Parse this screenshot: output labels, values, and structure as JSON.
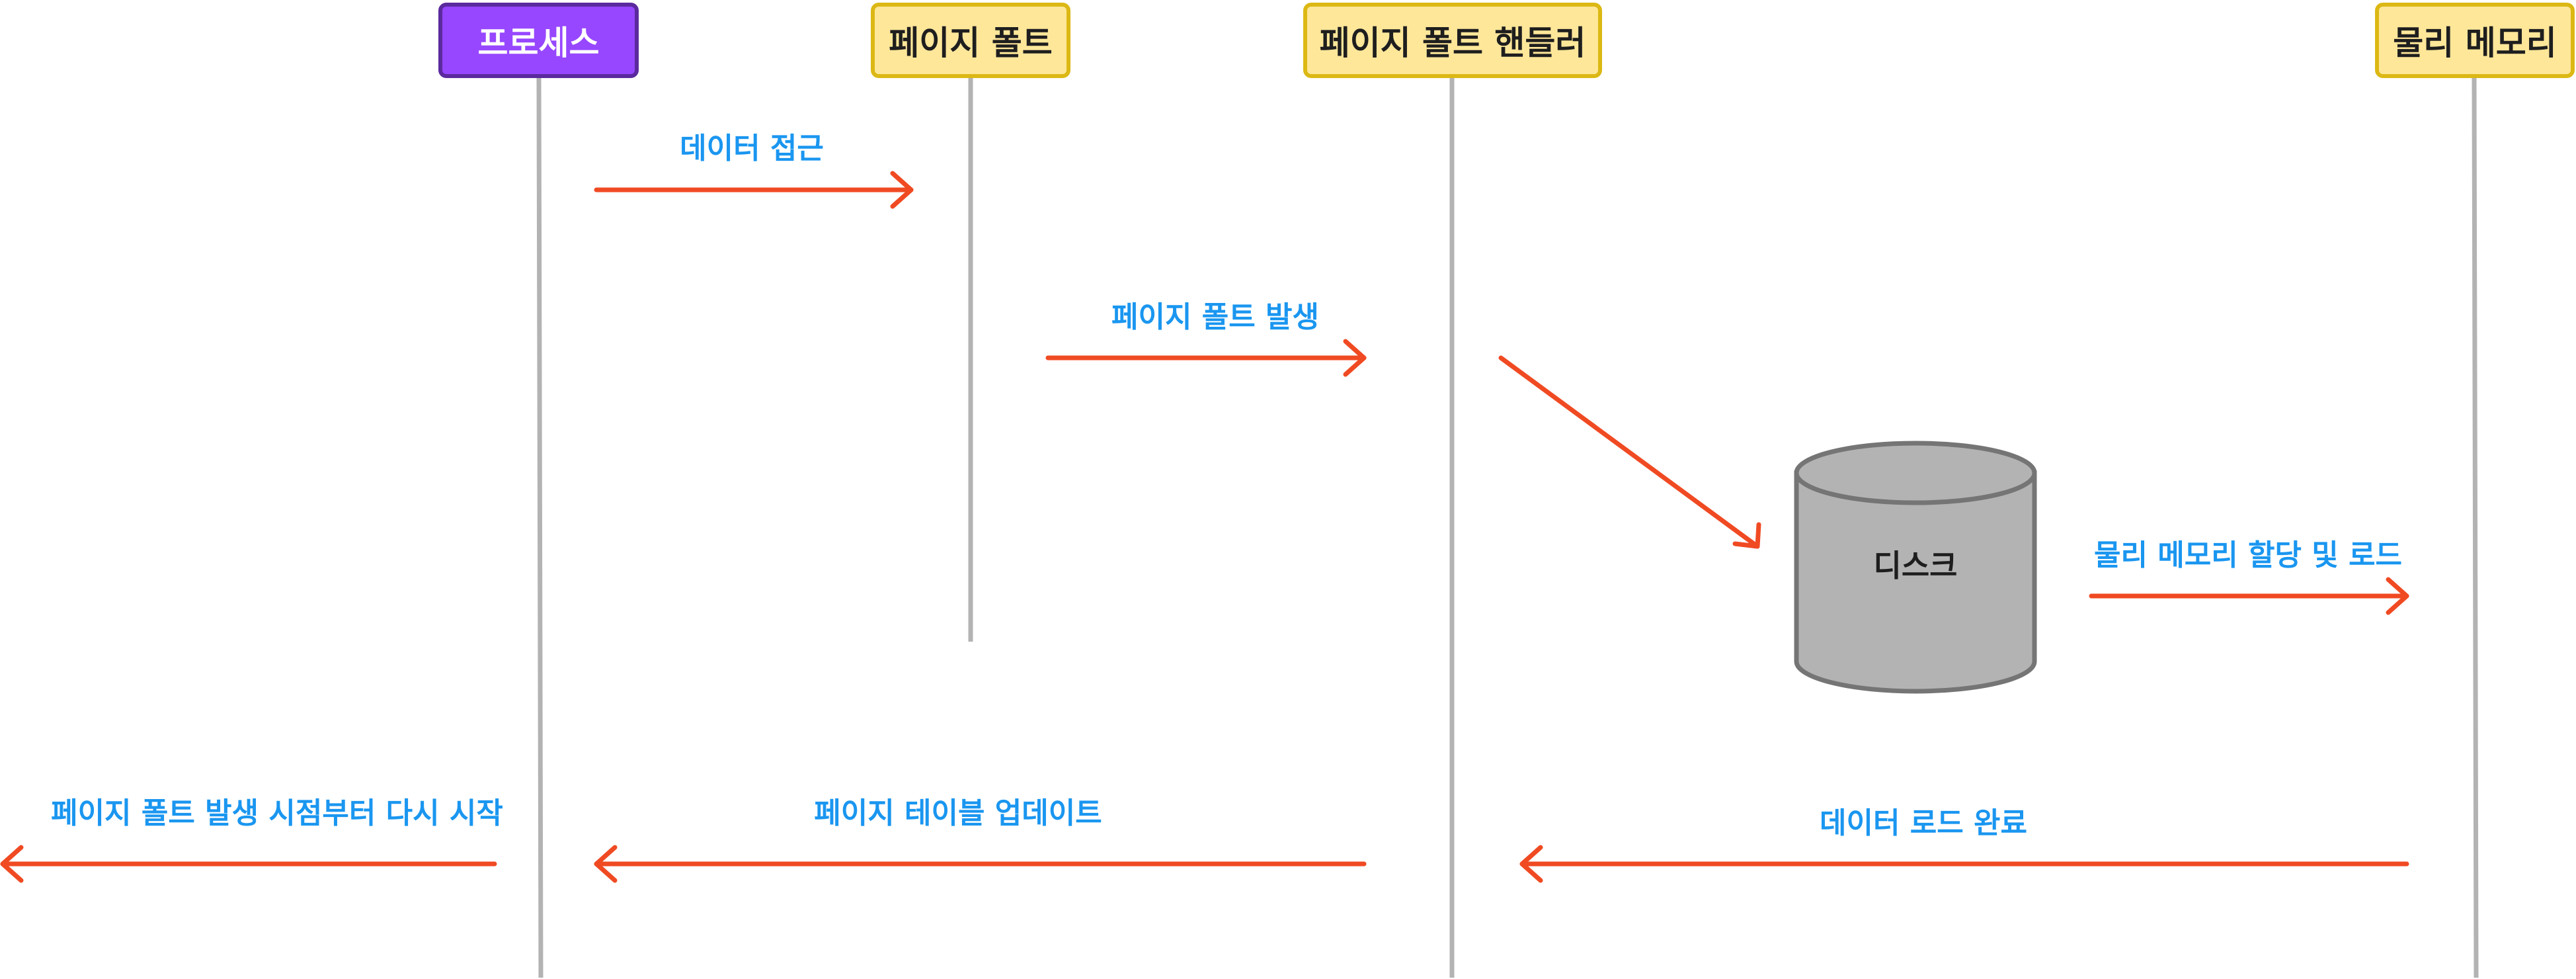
{
  "colors": {
    "process_fill": "#9747ff",
    "process_border": "#5b2a9e",
    "actor_fill": "#ffe79a",
    "actor_border": "#dcb814",
    "lifeline": "#b3b3b3",
    "arrow": "#f04a23",
    "label": "#1a96f0",
    "disk_fill": "#b3b3b3",
    "disk_border": "#757575"
  },
  "actors": {
    "process": "프로세스",
    "page_fault": "페이지 폴트",
    "page_fault_handler": "페이지 폴트 핸들러",
    "physical_memory": "물리 메모리"
  },
  "disk": {
    "label": "디스크"
  },
  "messages": {
    "data_access": "데이터 접근",
    "page_fault_occurs": "페이지 폴트 발생",
    "alloc_and_load": "물리 메모리 할당 및 로드",
    "data_load_done": "데이터 로드 완료",
    "page_table_update": "페이지 테이블 업데이트",
    "restart": "페이지 폴트 발생 시점부터 다시 시작"
  }
}
